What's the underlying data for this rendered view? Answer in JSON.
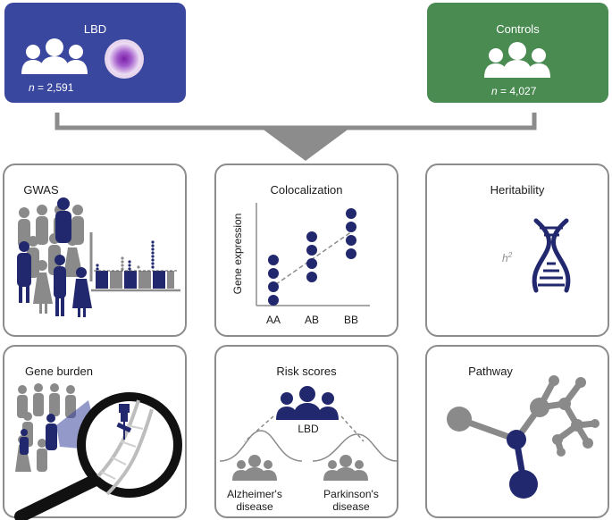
{
  "colors": {
    "lbd_blue": "#3a479e",
    "controls_green": "#4a8b52",
    "navy": "#22286e",
    "grey": "#8c8c8c",
    "person_grey": "#8a8a8a",
    "purple_glow": "#8a2fb5"
  },
  "lbd": {
    "title": "LBD",
    "count_n": "n",
    "count_value": " = 2,591"
  },
  "controls": {
    "title": "Controls",
    "count_n": "n",
    "count_value": " = 4,027"
  },
  "panels": {
    "gwas": {
      "title": "GWAS"
    },
    "colocalization": {
      "title": "Colocalization",
      "ylabel": "Gene expression",
      "categories": [
        "AA",
        "AB",
        "BB"
      ]
    },
    "heritability": {
      "title": "Heritability",
      "symbol": "h",
      "superscript": "2"
    },
    "gene_burden": {
      "title": "Gene burden"
    },
    "risk_scores": {
      "title": "Risk scores",
      "center_label": "LBD",
      "left_label_1": "Alzheimer's",
      "left_label_2": "disease",
      "right_label_1": "Parkinson's",
      "right_label_2": "disease"
    },
    "pathway": {
      "title": "Pathway"
    }
  },
  "icons": [
    "people-group-icon",
    "brain-glow-icon",
    "arrow-down-icon",
    "dna-helix-icon",
    "magnifier-icon",
    "network-icon"
  ]
}
